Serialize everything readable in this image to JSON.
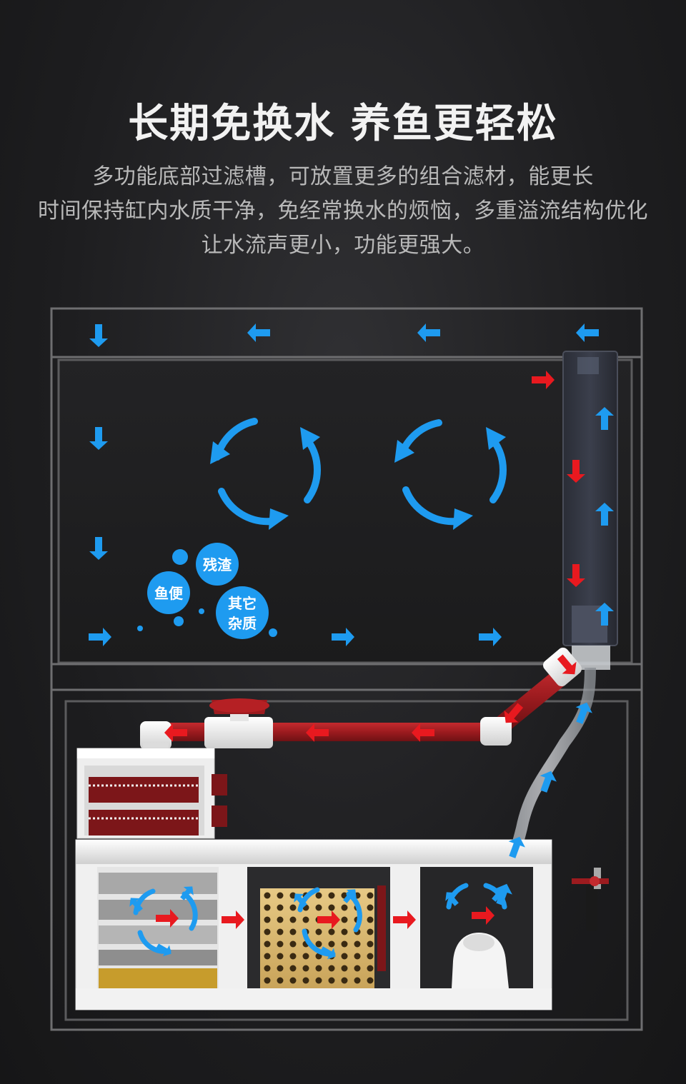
{
  "header": {
    "title": "长期免换水 养鱼更轻松",
    "desc_line1": "多功能底部过滤槽，可放置更多的组合滤材，能更长",
    "desc_line2": "时间保持缸内水质干净，免经常换水的烦恼，多重溢流结构优化",
    "desc_line3": "让水流声更小，功能更强大。"
  },
  "debris_labels": {
    "residue": "残渣",
    "fish_waste": "鱼便",
    "other_impurities_line1": "其它",
    "other_impurities_line2": "杂质"
  },
  "colors": {
    "background": "#1d1d1f",
    "flow_arrow_blue": "#1e9bf0",
    "flow_arrow_red": "#e8191f",
    "pipe_red": "#9c1b1f",
    "tank_outline": "#6e6e70",
    "filter_box": "#ededed"
  },
  "icons": {
    "flow_direction": "arrow-icon",
    "circulation": "circular-arrows-icon",
    "valve": "ball-valve-icon",
    "pump": "water-pump-icon"
  }
}
